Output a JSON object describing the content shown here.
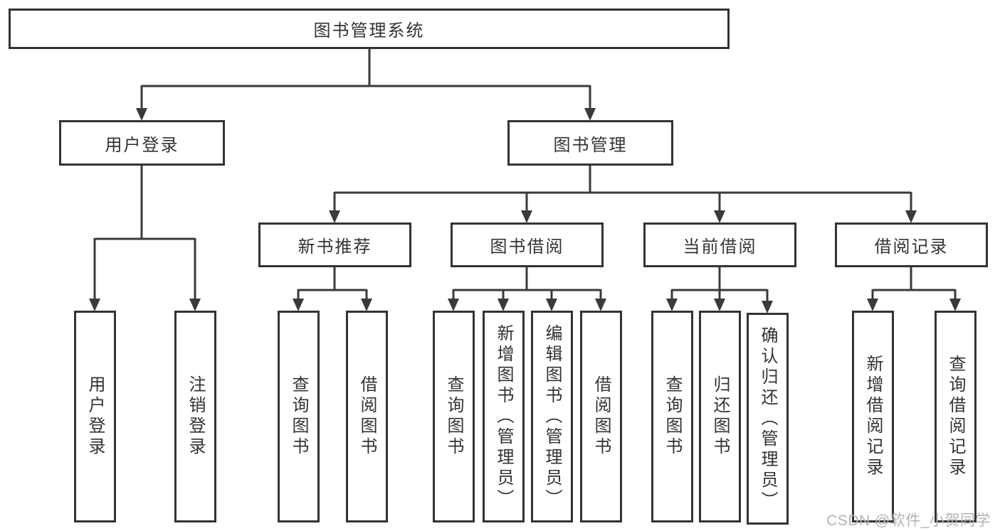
{
  "tree": {
    "label": "图书管理系统",
    "children": [
      {
        "label": "用户登录",
        "children": [
          {
            "label": "用户登录"
          },
          {
            "label": "注销登录"
          }
        ]
      },
      {
        "label": "图书管理",
        "children": [
          {
            "label": "新书推荐",
            "children": [
              {
                "label": "查询图书"
              },
              {
                "label": "借阅图书"
              }
            ]
          },
          {
            "label": "图书借阅",
            "children": [
              {
                "label": "查询图书"
              },
              {
                "label": "新增图书（管理员）"
              },
              {
                "label": "编辑图书（管理员）"
              },
              {
                "label": "借阅图书"
              }
            ]
          },
          {
            "label": "当前借阅",
            "children": [
              {
                "label": "查询图书"
              },
              {
                "label": "归还图书"
              },
              {
                "label": "确认归还（管理员）"
              }
            ]
          },
          {
            "label": "借阅记录",
            "children": [
              {
                "label": "新增借阅记录"
              },
              {
                "label": "查询借阅记录"
              }
            ]
          }
        ]
      }
    ]
  },
  "watermark": {
    "text": "CSDN @软件_小贺同学"
  },
  "colors": {
    "line": "#3a3a3a",
    "box_border": "#333333",
    "text": "#333333",
    "watermark": "#b3b3b3"
  }
}
